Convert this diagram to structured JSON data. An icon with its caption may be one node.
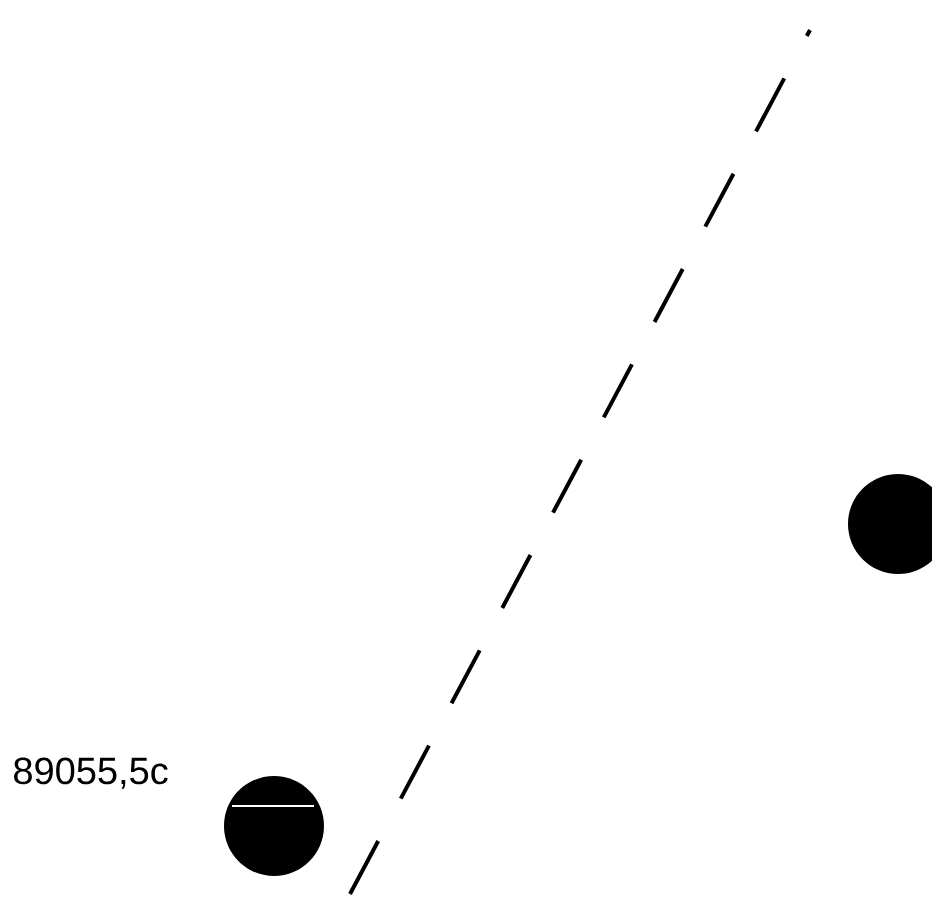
{
  "diagram": {
    "nodes": [
      {
        "text": [],
        "shape": "circle"
      },
      {
        "text": [],
        "shape": "circle"
      }
    ],
    "labels": [
      "89055,5c"
    ]
  }
}
